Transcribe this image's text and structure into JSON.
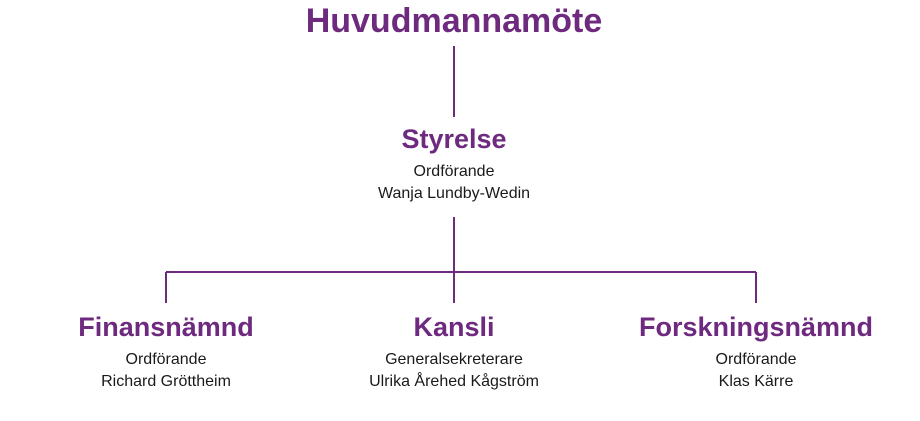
{
  "top": {
    "title": "Huvudmannamöte"
  },
  "board": {
    "title": "Styrelse",
    "role": "Ordförande",
    "person": "Wanja Lundby-Wedin"
  },
  "units": [
    {
      "title": "Finansnämnd",
      "role": "Ordförande",
      "person": "Richard Gröttheim"
    },
    {
      "title": "Kansli",
      "role": "Generalsekreterare",
      "person": "Ulrika Årehed Kågström"
    },
    {
      "title": "Forskningsnämnd",
      "role": "Ordförande",
      "person": "Klas Kärre"
    }
  ],
  "colors": {
    "accent": "#6e2a7e",
    "text": "#1a1a1a"
  }
}
